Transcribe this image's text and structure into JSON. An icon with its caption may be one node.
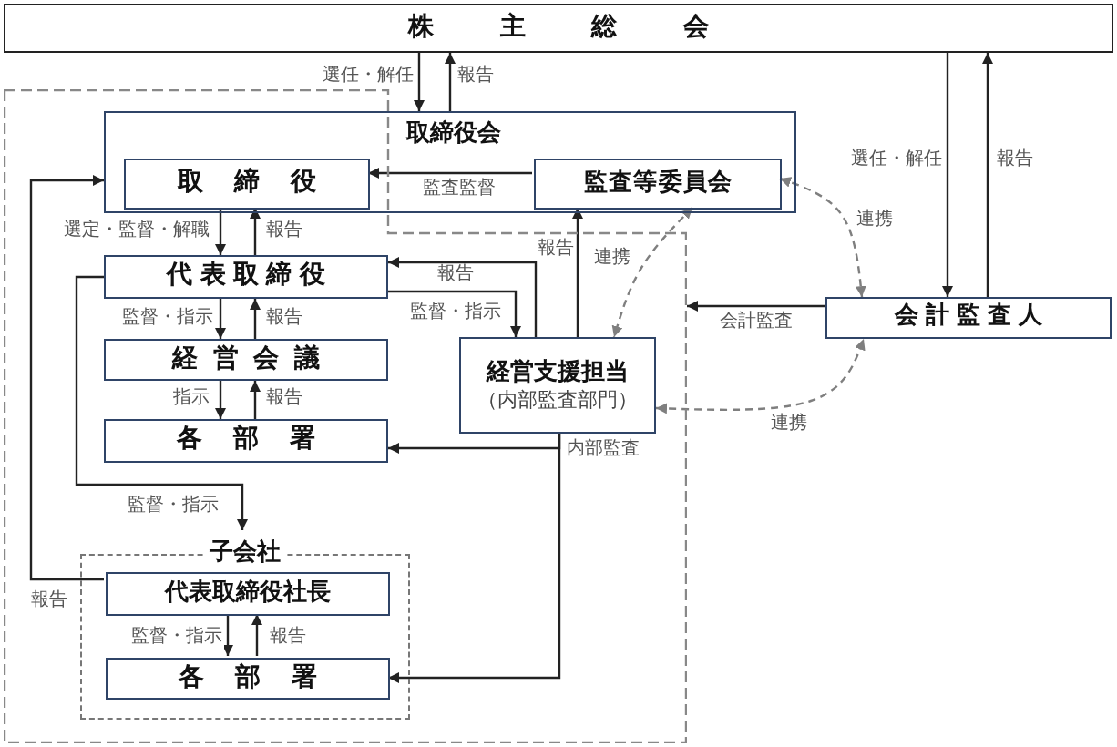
{
  "diagram": {
    "nodes": [
      {
        "text": [
          "株主総会"
        ]
      },
      {
        "text": [],
        "shape": "box"
      },
      {
        "text": [
          "取締役会"
        ]
      },
      {
        "text": [
          "取締役"
        ],
        "in": 2
      },
      {
        "text": [
          "監査等委員会"
        ],
        "in": 2
      },
      {
        "text": [
          "代表取締役"
        ],
        "in": 1
      },
      {
        "text": [
          "経営会議"
        ],
        "in": 1
      },
      {
        "text": [
          "各部署"
        ],
        "in": 1
      },
      {
        "text": [
          "経営支援担当",
          "（内部監査部門）"
        ],
        "in": 1
      },
      {
        "text": [
          "子会社"
        ],
        "in": 1
      },
      {
        "text": [
          "代表取締役社長"
        ],
        "in": 9
      },
      {
        "text": [
          "各部署"
        ],
        "in": 9
      },
      {
        "text": [
          "会計監査人"
        ]
      }
    ],
    "edges": [
      {
        "from": 0,
        "to": 2,
        "arrow": "to",
        "label": "選任・解任"
      },
      {
        "from": 2,
        "to": 0,
        "arrow": "to",
        "label": "報告"
      },
      {
        "from": 0,
        "to": 12,
        "arrow": "to",
        "label": "選任・解任"
      },
      {
        "from": 12,
        "to": 0,
        "arrow": "to",
        "label": "報告"
      },
      {
        "from": 4,
        "to": 3,
        "arrow": "to",
        "label": "監査監督"
      },
      {
        "from": 3,
        "to": 5,
        "arrow": "to",
        "label": "選定・監督・解職"
      },
      {
        "from": 5,
        "to": 3,
        "arrow": "to",
        "label": "報告"
      },
      {
        "from": 5,
        "to": 6,
        "arrow": "to",
        "label": "監督・指示"
      },
      {
        "from": 6,
        "to": 5,
        "arrow": "to",
        "label": "報告"
      },
      {
        "from": 6,
        "to": 7,
        "arrow": "to",
        "label": "指示"
      },
      {
        "from": 7,
        "to": 6,
        "arrow": "to",
        "label": "報告"
      },
      {
        "from": 8,
        "to": 5,
        "arrow": "to",
        "label": "報告"
      },
      {
        "from": 5,
        "to": 8,
        "arrow": "to",
        "label": "監督・指示"
      },
      {
        "from": 8,
        "to": 4,
        "arrow": "to",
        "label": "報告"
      },
      {
        "from": 8,
        "to": 7,
        "arrow": "to",
        "label": "内部監査"
      },
      {
        "from": 8,
        "to": 11,
        "arrow": "to"
      },
      {
        "from": 5,
        "to": 9,
        "arrow": "to",
        "label": "監督・指示"
      },
      {
        "from": 10,
        "to": 2,
        "arrow": "to",
        "label": "報告"
      },
      {
        "from": 10,
        "to": 11,
        "arrow": "to",
        "label": "監督・指示"
      },
      {
        "from": 11,
        "to": 10,
        "arrow": "to",
        "label": "報告"
      },
      {
        "from": 12,
        "to": 1,
        "arrow": "to",
        "label": "会計監査"
      },
      {
        "from": 4,
        "to": 12,
        "arrow": "both",
        "label": "連携",
        "style": "dashed",
        "color": "#7f7f7f"
      },
      {
        "from": 4,
        "to": 8,
        "arrow": "both",
        "label": "連携",
        "style": "dashed",
        "color": "#7f7f7f"
      },
      {
        "from": 8,
        "to": 12,
        "arrow": "both",
        "label": "連携",
        "style": "dashed",
        "color": "#7f7f7f"
      }
    ]
  }
}
